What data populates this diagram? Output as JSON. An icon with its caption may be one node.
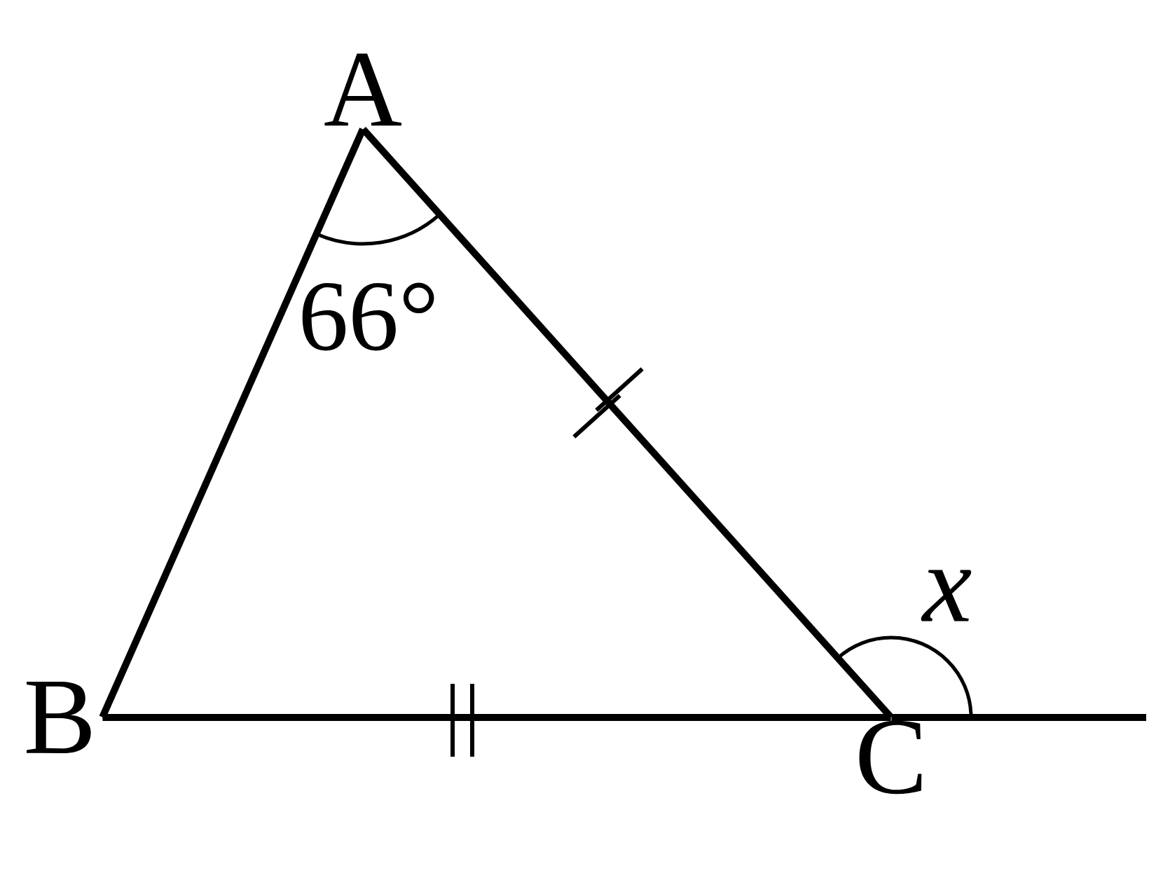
{
  "diagram": {
    "nodes": [
      {
        "text": [
          "A"
        ]
      },
      {
        "text": [
          "B"
        ]
      },
      {
        "text": [
          "C"
        ]
      }
    ],
    "edges": [
      {
        "from": 0,
        "to": 1,
        "arrow": "none"
      },
      {
        "from": 1,
        "to": 2,
        "arrow": "none"
      },
      {
        "from": 0,
        "to": 2,
        "arrow": "none"
      },
      {
        "from": 2,
        "to": null,
        "arrow": "none"
      }
    ],
    "labels": [
      "66°",
      "x"
    ]
  }
}
